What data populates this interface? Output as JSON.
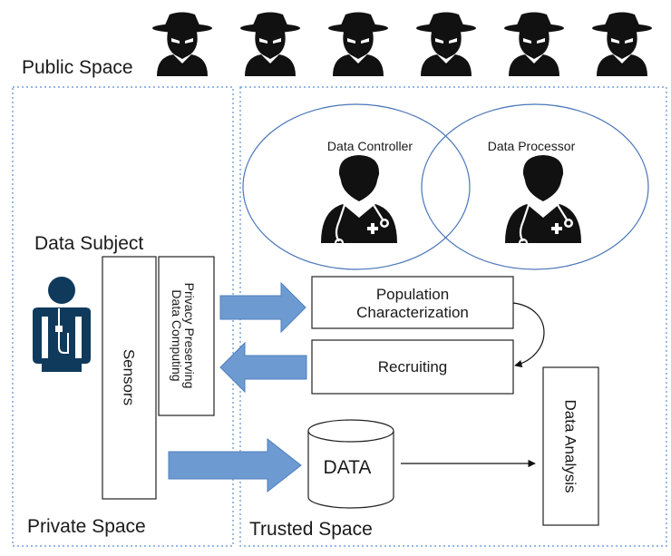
{
  "regions": {
    "public_space": "Public Space",
    "private_space": "Private Space",
    "trusted_space": "Trusted Space"
  },
  "actors": {
    "data_subject": "Data Subject",
    "data_controller": "Data Controller",
    "data_processor": "Data Processor",
    "attacker_count": 6
  },
  "boxes": {
    "sensors": "Sensors",
    "privacy_line1": "Privacy Preserving",
    "privacy_line2": "Data Computing",
    "population_line1": "Population",
    "population_line2": "Characterization",
    "recruiting": "Recruiting",
    "data_store": "DATA",
    "data_analysis": "Data Analysis"
  },
  "colors": {
    "arrow_fill": "#6d9bd1",
    "arrow_stroke": "#4f7fbd",
    "ellipse_stroke": "#4a76b8",
    "region_border": "#5b8fd0",
    "person_navy": "#103a5c",
    "attacker": "#111111",
    "doctor": "#111111"
  }
}
